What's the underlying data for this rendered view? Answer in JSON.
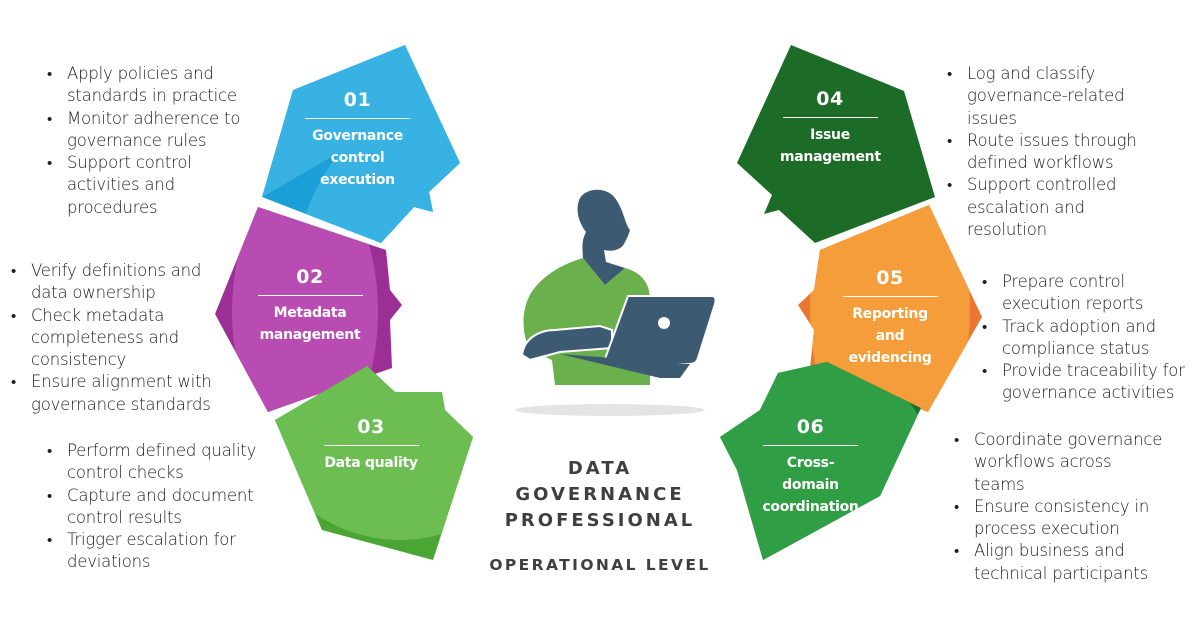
{
  "title": {
    "lines": [
      "DATA",
      "GOVERNANCE",
      "PROFESSIONAL"
    ],
    "subtitle": "OPERATIONAL LEVEL"
  },
  "colors": {
    "blue": "#37b2e3",
    "blue_dark": "#1aa0d6",
    "purple": "#b94cb2",
    "purple_dark": "#9b2f95",
    "lightgreen": "#6cbe53",
    "lightgreen_dark": "#4aa532",
    "darkgreen": "#1c6b27",
    "orange": "#f49d3a",
    "orange_dark": "#ea7731",
    "green": "#2f9e44",
    "green_dark": "#1d6f29",
    "figure_body": "#3d5a73",
    "figure_shirt": "#6ab04c",
    "title_text": "#3f3f3f"
  },
  "center_icon": "person-with-laptop-icon",
  "steps": [
    {
      "num": "01",
      "label_lines": [
        "Governance",
        "control",
        "execution"
      ],
      "bullets": [
        "Apply policies and standards in practice",
        "Monitor adherence to governance rules",
        "Support control activities and procedures"
      ],
      "bullet_lines": [
        [
          "Apply policies and",
          "standards in practice"
        ],
        [
          "Monitor adherence to",
          "governance rules"
        ],
        [
          "Support control",
          "activities and",
          "procedures"
        ]
      ]
    },
    {
      "num": "02",
      "label_lines": [
        "Metadata",
        "management"
      ],
      "bullets": [
        "Verify definitions and data ownership",
        "Check metadata completeness and consistency",
        "Ensure alignment with governance standards"
      ],
      "bullet_lines": [
        [
          "Verify definitions and",
          "data ownership"
        ],
        [
          "Check metadata",
          "completeness and",
          "consistency"
        ],
        [
          "Ensure alignment with",
          "governance standards"
        ]
      ]
    },
    {
      "num": "03",
      "label_lines": [
        "Data quality"
      ],
      "bullets": [
        "Perform defined quality control checks",
        "Capture and document control results",
        "Trigger escalation for deviations"
      ],
      "bullet_lines": [
        [
          "Perform defined quality",
          "control checks"
        ],
        [
          "Capture and document",
          "control results"
        ],
        [
          "Trigger escalation for",
          "deviations"
        ]
      ]
    },
    {
      "num": "04",
      "label_lines": [
        "Issue",
        "management"
      ],
      "bullets": [
        "Log and classify governance-related issues",
        "Route issues through defined workflows",
        "Support controlled escalation and resolution"
      ],
      "bullet_lines": [
        [
          "Log and classify",
          "governance-related",
          "issues"
        ],
        [
          "Route issues through",
          "defined workflows"
        ],
        [
          "Support controlled",
          "escalation and",
          "resolution"
        ]
      ]
    },
    {
      "num": "05",
      "label_lines": [
        "Reporting",
        "and",
        "evidencing"
      ],
      "bullets": [
        "Prepare control execution reports",
        "Track adoption and compliance status",
        "Provide traceability for governance activities"
      ],
      "bullet_lines": [
        [
          "Prepare control",
          "execution reports"
        ],
        [
          "Track adoption and",
          "compliance status"
        ],
        [
          "Provide traceability for",
          "governance activities"
        ]
      ]
    },
    {
      "num": "06",
      "label_lines": [
        "Cross-",
        "domain",
        "coordination"
      ],
      "bullets": [
        "Coordinate governance workflows across teams",
        "Ensure consistency in process execution",
        "Align business and technical participants"
      ],
      "bullet_lines": [
        [
          "Coordinate governance",
          "workflows across",
          "teams"
        ],
        [
          "Ensure consistency in",
          "process execution"
        ],
        [
          "Align business and",
          "technical participants"
        ]
      ]
    }
  ]
}
